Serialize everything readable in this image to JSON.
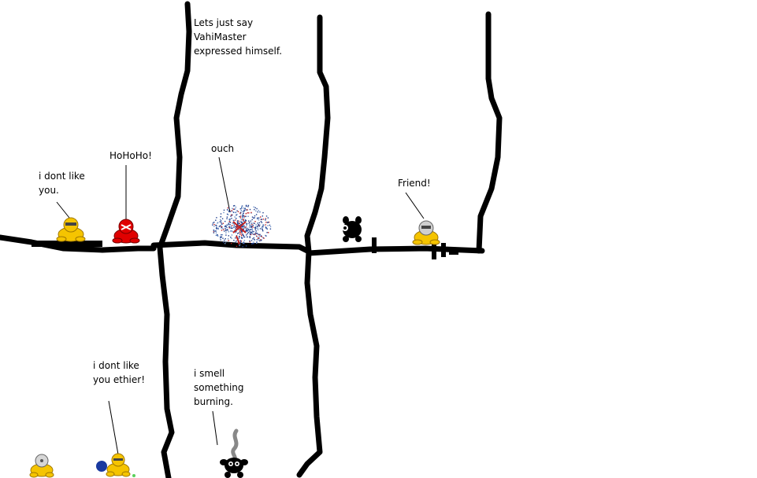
{
  "comic": {
    "caption_top": "Lets just say\nVahiMaster\nexpressed himself.",
    "panel1": {
      "speech_left": "i dont like\nyou.",
      "speech_red": "HoHoHo!"
    },
    "panel2": {
      "speech_ouch": "ouch"
    },
    "panel3": {
      "speech_friend": "Friend!"
    },
    "panel4": {
      "speech_ethier": "i dont like\nyou ethier!"
    },
    "panel5": {
      "speech_burning": "i smell\nsomething\nburning."
    }
  }
}
